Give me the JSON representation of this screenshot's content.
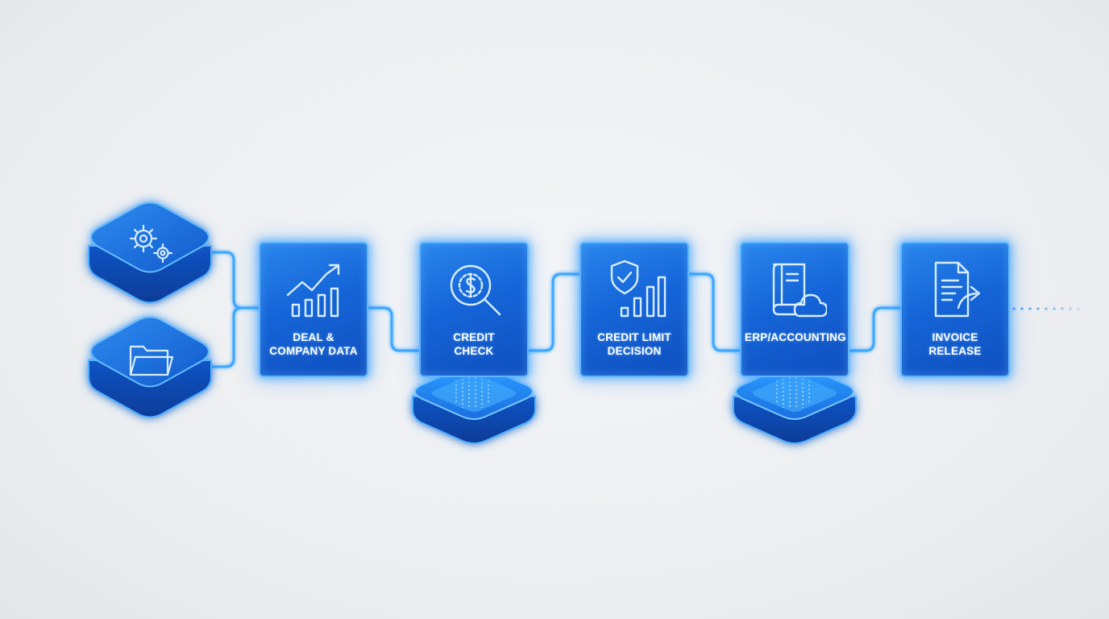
{
  "steps": [
    {
      "label": "DEAL &\nCOMPANY DATA",
      "icon": "growth-chart-icon"
    },
    {
      "label": "CREDIT\nCHECK",
      "icon": "dollar-magnifier-icon"
    },
    {
      "label": "CREDIT LIMIT\nDECISION",
      "icon": "shield-bar-chart-icon"
    },
    {
      "label": "ERP/ACCOUNTING",
      "icon": "book-cloud-icon"
    },
    {
      "label": "INVOICE\nRELEASE",
      "icon": "document-forward-icon"
    }
  ],
  "sources": [
    {
      "icon": "gears-icon"
    },
    {
      "icon": "folder-icon"
    }
  ],
  "platforms": [
    {
      "under_step": "CREDIT\nCHECK"
    },
    {
      "under_step": "ERP/ACCOUNTING"
    }
  ],
  "colors": {
    "accent": "#1a6ee0",
    "glow": "#3aa0ff",
    "line": "#3ea8ff",
    "background": "#eceef1"
  }
}
